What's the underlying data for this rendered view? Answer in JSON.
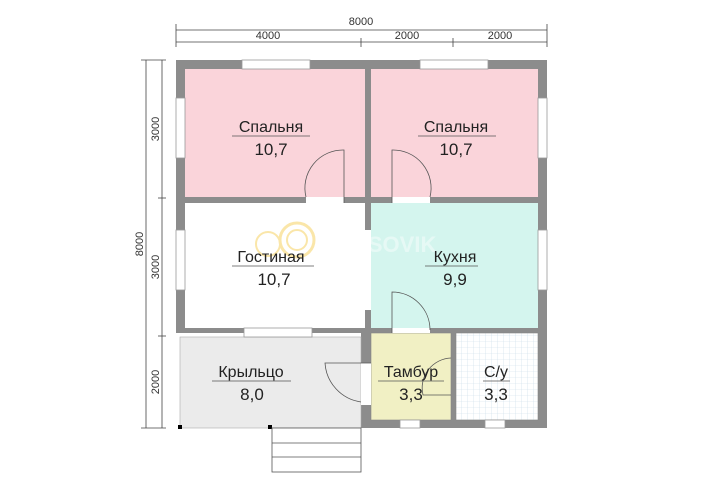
{
  "dimensions": {
    "top_total": "8000",
    "top_segments": [
      "4000",
      "2000",
      "2000"
    ],
    "left_total": "8000",
    "left_segments": [
      "3000",
      "3000",
      "2000"
    ]
  },
  "rooms": [
    {
      "name": "Спальня",
      "area": "10,7",
      "color": "#fad4da"
    },
    {
      "name": "Спальня",
      "area": "10,7",
      "color": "#fad4da"
    },
    {
      "name": "Гостиная",
      "area": "10,7",
      "color": "#ffffff"
    },
    {
      "name": "Кухня",
      "area": "9,9",
      "color": "#d4f5ee"
    },
    {
      "name": "Крыльцо",
      "area": "8,0",
      "color": "#ebebeb"
    },
    {
      "name": "Тамбур",
      "area": "3,3",
      "color": "#f1f0c4"
    },
    {
      "name": "С/у",
      "area": "3,3",
      "color": "#ffffff"
    }
  ],
  "watermark": "USOVIK",
  "colors": {
    "wall": "#8c8c8c"
  }
}
